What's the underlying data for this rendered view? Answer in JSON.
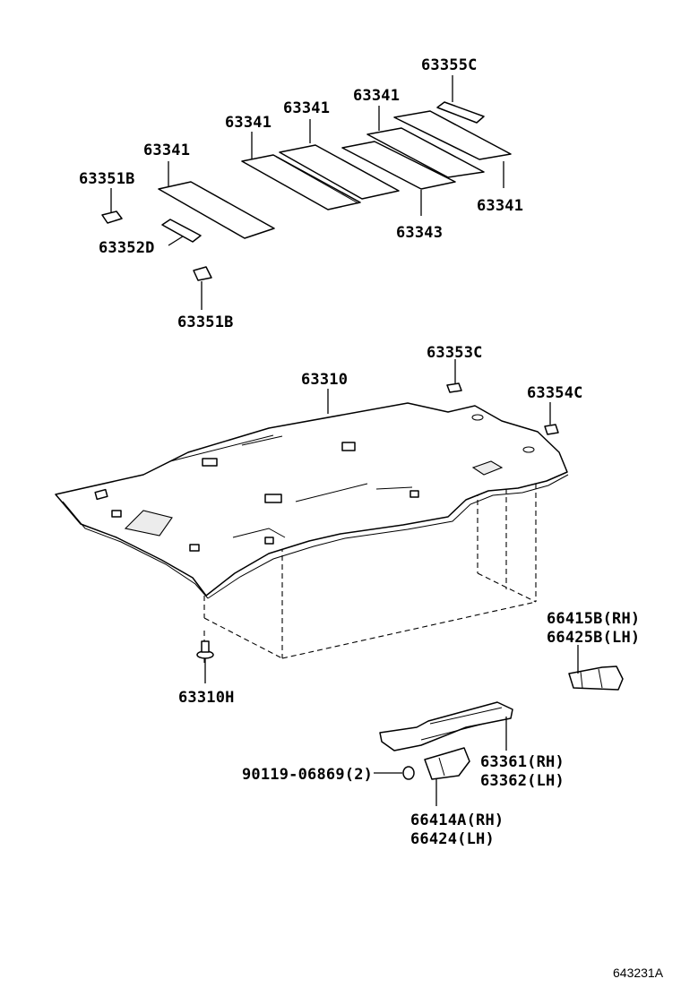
{
  "diagram": {
    "parts": {
      "p63355C": "63355C",
      "p63341_a": "63341",
      "p63341_b": "63341",
      "p63341_c": "63341",
      "p63341_d": "63341",
      "p63341_e": "63341",
      "p63351B_top": "63351B",
      "p63352D": "63352D",
      "p63343": "63343",
      "p63351B_bottom": "63351B",
      "p63353C": "63353C",
      "p63310": "63310",
      "p63354C": "63354C",
      "p66415B_rh": "66415B(RH)",
      "p66425B_lh": "66425B(LH)",
      "p63310H": "63310H",
      "p63361_rh": "63361(RH)",
      "p63362_lh": "63362(LH)",
      "p90119": "90119-06869(2)",
      "p66414A_rh": "66414A(RH)",
      "p66424_lh": "66424(LH)"
    },
    "reference_code": "643231A"
  }
}
